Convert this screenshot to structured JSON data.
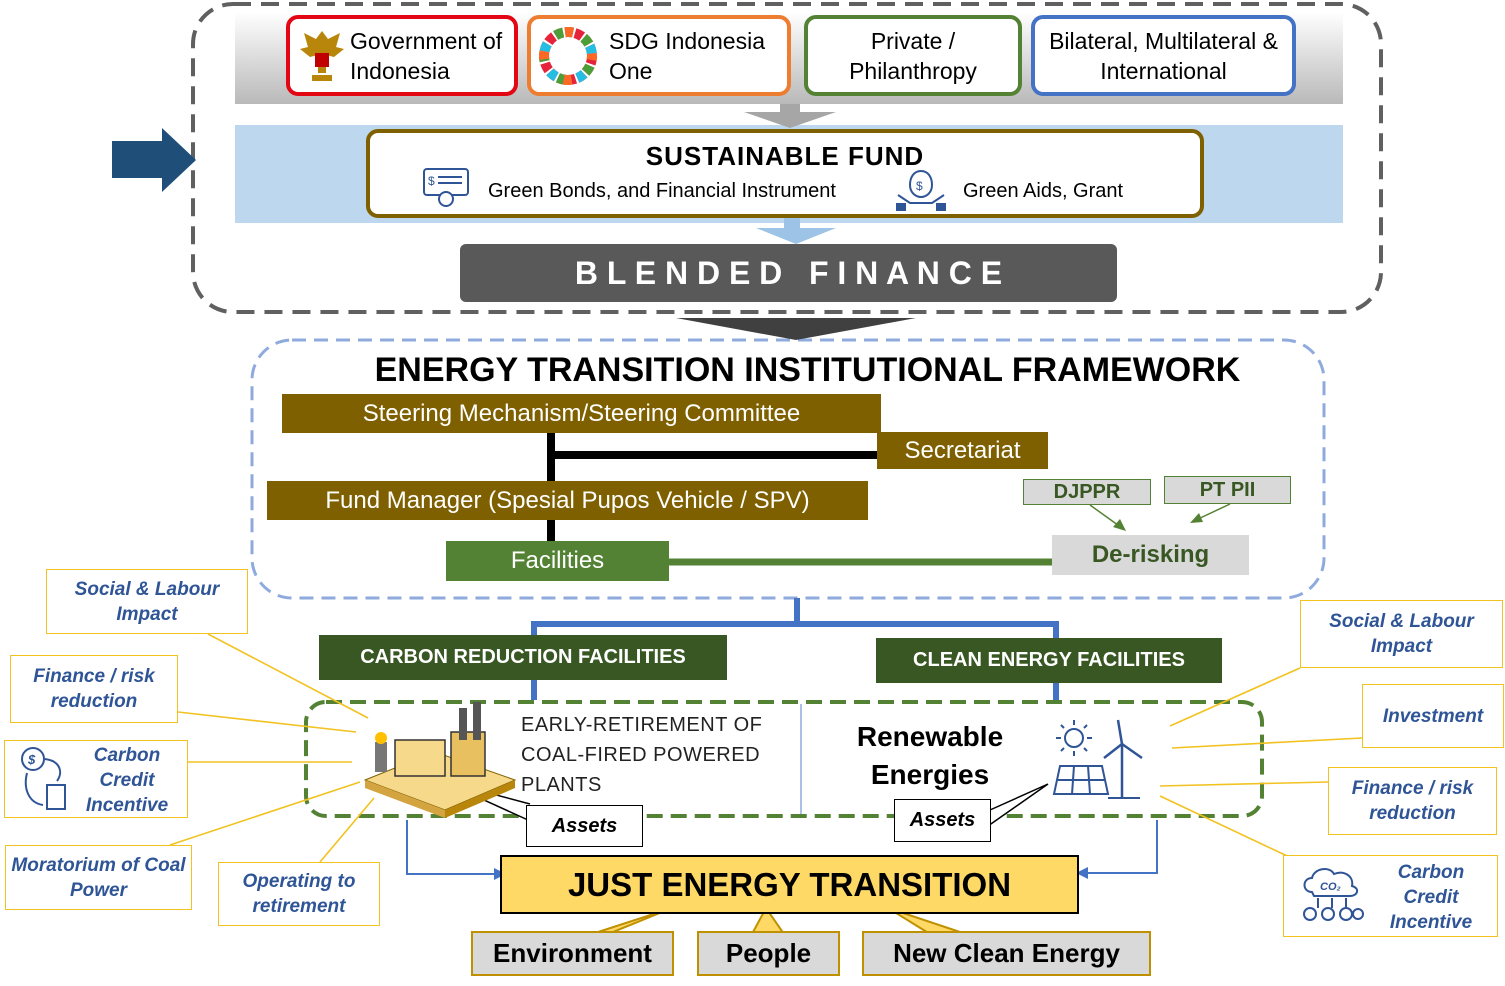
{
  "sources": [
    {
      "label": "Government of Indonesia",
      "color": "#e30613"
    },
    {
      "label": "SDG Indonesia One",
      "color": "#ed7d31"
    },
    {
      "label": "Private / Philanthropy",
      "color": "#548235"
    },
    {
      "label": "Bilateral, Multilateral & International",
      "color": "#4472c4"
    }
  ],
  "fund": {
    "title": "SUSTAINABLE FUND",
    "bonds": "Green Bonds, and Financial Instrument",
    "aids": "Green Aids, Grant"
  },
  "blended": "B L E N D E D   F I N A N C E",
  "framework": {
    "title": "ENERGY TRANSITION INSTITUTIONAL FRAMEWORK",
    "steering": "Steering Mechanism/Steering Committee",
    "secretariat": "Secretariat",
    "fund_manager": "Fund Manager (Spesial Pupos Vehicle / SPV)",
    "facilities": "Facilities",
    "djppr": "DJPPR",
    "ptpii": "PT PII",
    "derisking": "De-risking"
  },
  "carbon_facilities": "CARBON REDUCTION FACILITIES",
  "clean_facilities": "CLEAN ENERGY FACILITIES",
  "coal": "EARLY-RETIREMENT OF COAL-FIRED POWERED PLANTS",
  "renewable": "Renewable Energies",
  "assets": "Assets",
  "left_callouts": [
    "Social & Labour Impact",
    "Finance / risk reduction",
    "Carbon Credit Incentive",
    "Moratorium of Coal Power",
    "Operating to retirement"
  ],
  "right_callouts": [
    "Social & Labour Impact",
    "Investment",
    "Finance / risk reduction",
    "Carbon Credit Incentive"
  ],
  "jet": "JUST ENERGY TRANSITION",
  "outcomes": [
    "Environment",
    "People",
    "New Clean Energy"
  ],
  "colors": {
    "brown": "#7f6000",
    "green": "#548235",
    "dark_green": "#385723",
    "blue": "#4472c4",
    "callout_text": "#2f5597",
    "callout_border": "#f2c220",
    "jet_fill": "#ffd966"
  }
}
